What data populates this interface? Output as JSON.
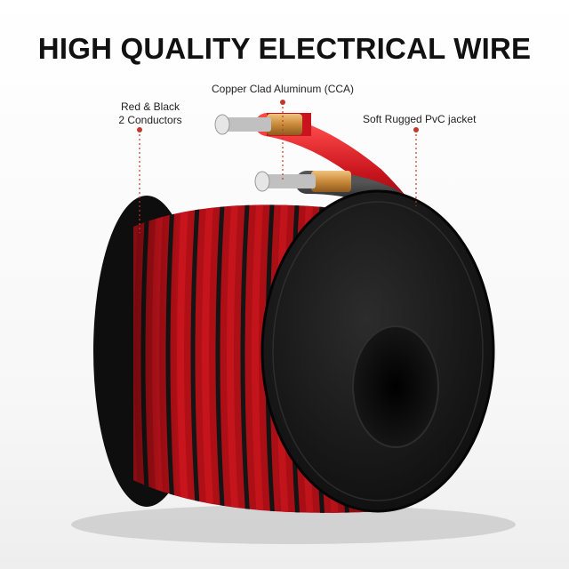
{
  "title": "HIGH QUALITY ELECTRICAL WIRE",
  "callouts": {
    "conductors_line1": "Red & Black",
    "conductors_line2": "2 Conductors",
    "cca": "Copper Clad Aluminum (CCA)",
    "jacket": "Soft Rugged PvC jacket"
  },
  "colors": {
    "red_wire": "#c8141c",
    "black_wire": "#151515",
    "copper": "#d59a4a",
    "leader_line": "#c0392b"
  },
  "icons": [
    "wire-spool-illustration"
  ]
}
